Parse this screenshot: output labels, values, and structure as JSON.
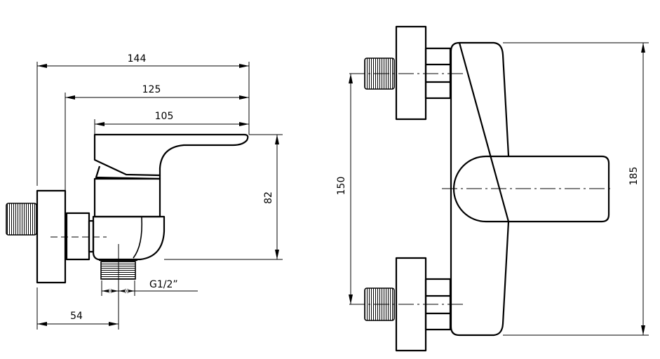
{
  "side_view": {
    "dimensions": {
      "overall_depth": "144",
      "depth_to_flange": "125",
      "lever_length": "105",
      "height": "82",
      "outlet_thread": "G1/2”",
      "outlet_offset": "54"
    }
  },
  "front_view": {
    "dimensions": {
      "inlet_spacing": "150",
      "overall_height": "185"
    }
  }
}
